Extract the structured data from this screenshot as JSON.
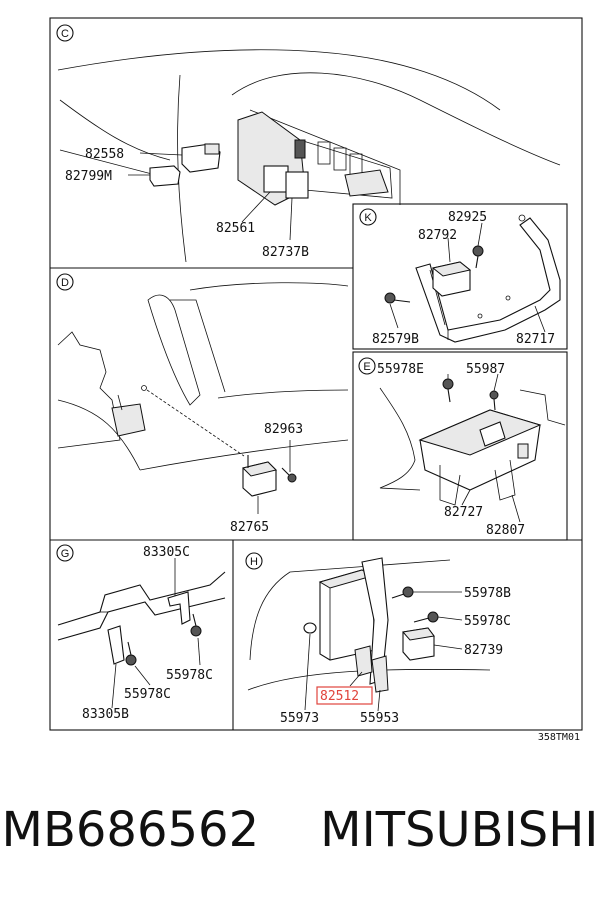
{
  "sections": {
    "C": {
      "letter": "C",
      "labels": [
        "82558",
        "82799M",
        "82561",
        "82737B"
      ]
    },
    "K": {
      "letter": "K",
      "labels": [
        "82925",
        "82792",
        "82579B",
        "82717"
      ]
    },
    "D": {
      "letter": "D",
      "labels": [
        "82963",
        "82765"
      ]
    },
    "E": {
      "letter": "E",
      "labels": [
        "55978E",
        "55987",
        "82727",
        "82807"
      ]
    },
    "G": {
      "letter": "G",
      "labels": [
        "83305C",
        "55978C",
        "55978C",
        "83305B"
      ]
    },
    "H": {
      "letter": "H",
      "labels": [
        "55978B",
        "55978C",
        "82739",
        "82512",
        "55973",
        "55953"
      ]
    }
  },
  "highlighted_part": "82512",
  "diagram_code": "358TM01",
  "footer": {
    "part_number": "MB686562",
    "brand": "MITSUBISHI"
  },
  "colors": {
    "highlight": "#e0443c",
    "ink": "#111111"
  }
}
